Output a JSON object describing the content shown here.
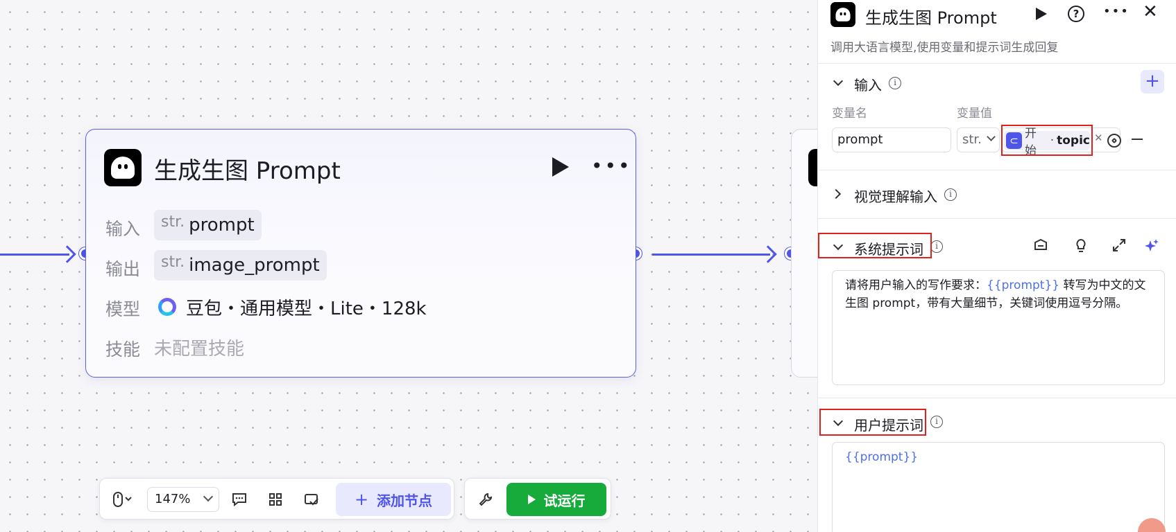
{
  "canvas": {
    "node": {
      "title": "生成生图 Prompt",
      "rows": [
        {
          "label": "输入",
          "type": "str.",
          "value": "prompt"
        },
        {
          "label": "输出",
          "type": "str.",
          "value": "image_prompt"
        },
        {
          "label": "模型",
          "value": "豆包・通用模型・Lite・128k"
        },
        {
          "label": "技能",
          "value": "未配置技能"
        }
      ]
    }
  },
  "toolbar": {
    "zoom": "147%",
    "add_node": "添加节点",
    "trial_run": "试运行"
  },
  "panel": {
    "title": "生成生图 Prompt",
    "description": "调用大语言模型,使用变量和提示词生成回复",
    "input": {
      "title": "输入",
      "col_name": "变量名",
      "col_value": "变量值",
      "var_name": "prompt",
      "var_type": "str.",
      "ref_source": "开始",
      "ref_sep": "·",
      "ref_field": "topic"
    },
    "vision_input": {
      "title": "视觉理解输入"
    },
    "system_prompt": {
      "title": "系统提示词",
      "line1_pre": "请将用户输入的写作要求：",
      "var": "{{prompt}}",
      "line1_post": " 转写为中文的文",
      "line2": "生图 prompt，带有大量细节，关键词使用逗号分隔。"
    },
    "user_prompt": {
      "title": "用户提示词",
      "content": "{{prompt}}"
    }
  },
  "icons": [
    "ghost-logo-icon",
    "play-icon",
    "more-icon",
    "help-icon",
    "close-icon",
    "mouse-icon",
    "comment-icon",
    "grid-icon",
    "check-card-icon",
    "wrench-icon",
    "library-icon",
    "bulb-icon",
    "expand-icon",
    "sparkle-icon"
  ],
  "colors": {
    "accent": "#4e55e8",
    "run_button": "#16ab3a",
    "highlight": "#e0211b"
  }
}
